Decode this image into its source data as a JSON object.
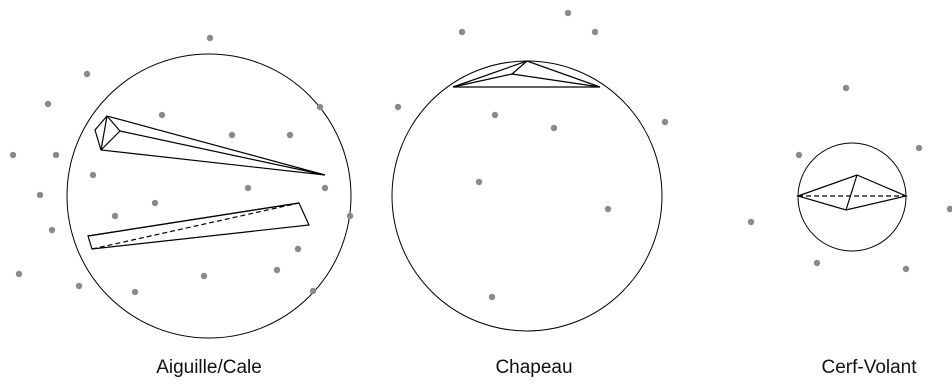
{
  "colors": {
    "background": "#ffffff",
    "outline": "#000000",
    "point": "#8a8a8a",
    "text": "#111111"
  },
  "panels": [
    {
      "id": "aiguille",
      "label": "Aiguille/Cale"
    },
    {
      "id": "chapeau",
      "label": "Chapeau"
    },
    {
      "id": "cerf",
      "label": "Cerf-Volant"
    }
  ]
}
